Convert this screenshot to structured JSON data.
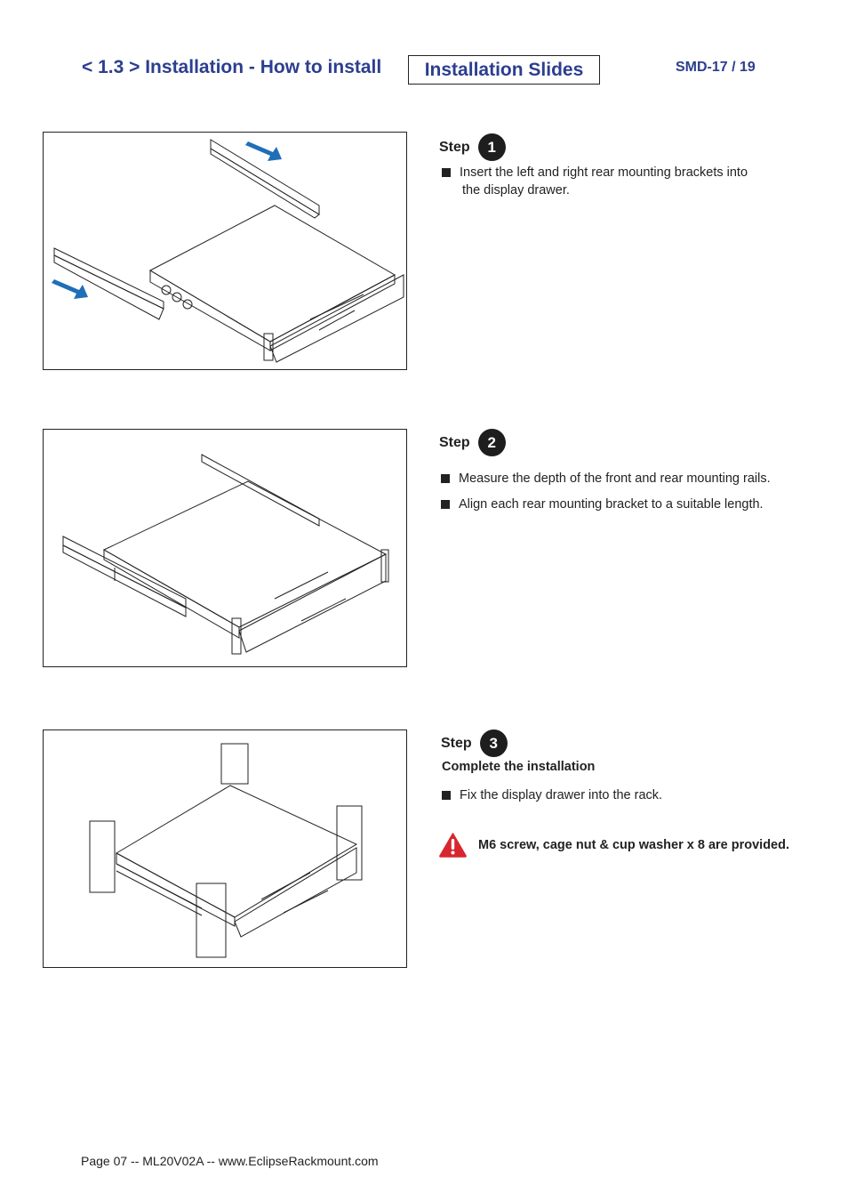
{
  "header": {
    "title": "< 1.3 > Installation - How to install",
    "boxed_title": "Installation Slides",
    "model": "SMD-17 / 19"
  },
  "steps": [
    {
      "label": "Step",
      "number": "1",
      "bullets": [
        "Insert the left and right rear mounting brackets into",
        "the display drawer."
      ]
    },
    {
      "label": "Step",
      "number": "2",
      "bullets": [
        "Measure the depth of the front and rear mounting rails.",
        "Align each rear mounting bracket to a suitable length."
      ]
    },
    {
      "label": "Step",
      "number": "3",
      "subheading": "Complete the installation",
      "bullets": [
        "Fix the display drawer into the rack."
      ],
      "warning": "M6 screw, cage nut & cup washer x 8 are provided."
    }
  ],
  "footer": "Page 07 -- ML20V02A -- www.EclipseRackmount.com",
  "colors": {
    "title": "#2c3e8f",
    "arrow": "#1f6fb8",
    "warning": "#d7262f"
  },
  "icons": [
    "arrow-right-icon",
    "warning-triangle-icon",
    "bullet-square-icon"
  ]
}
